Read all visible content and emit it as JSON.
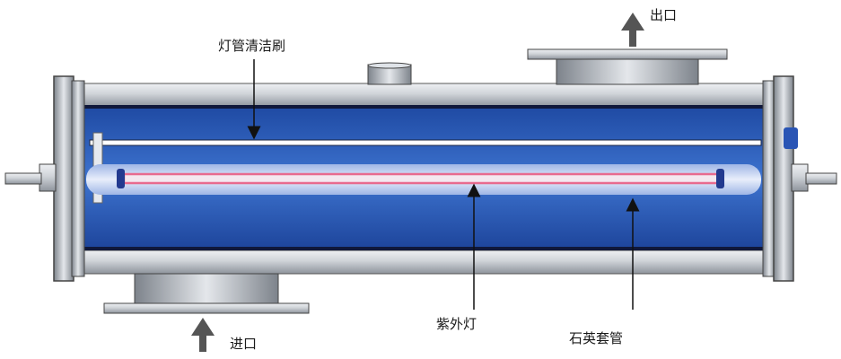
{
  "labels": {
    "outlet": "出口",
    "brush": "灯管清洁刷",
    "inlet": "进口",
    "uv_lamp": "紫外灯",
    "quartz_sleeve": "石英套管"
  },
  "colors": {
    "water_blue": "#2f5fb8",
    "steel": "#c9cdd3",
    "lamp_pink": "#e86a8e"
  }
}
